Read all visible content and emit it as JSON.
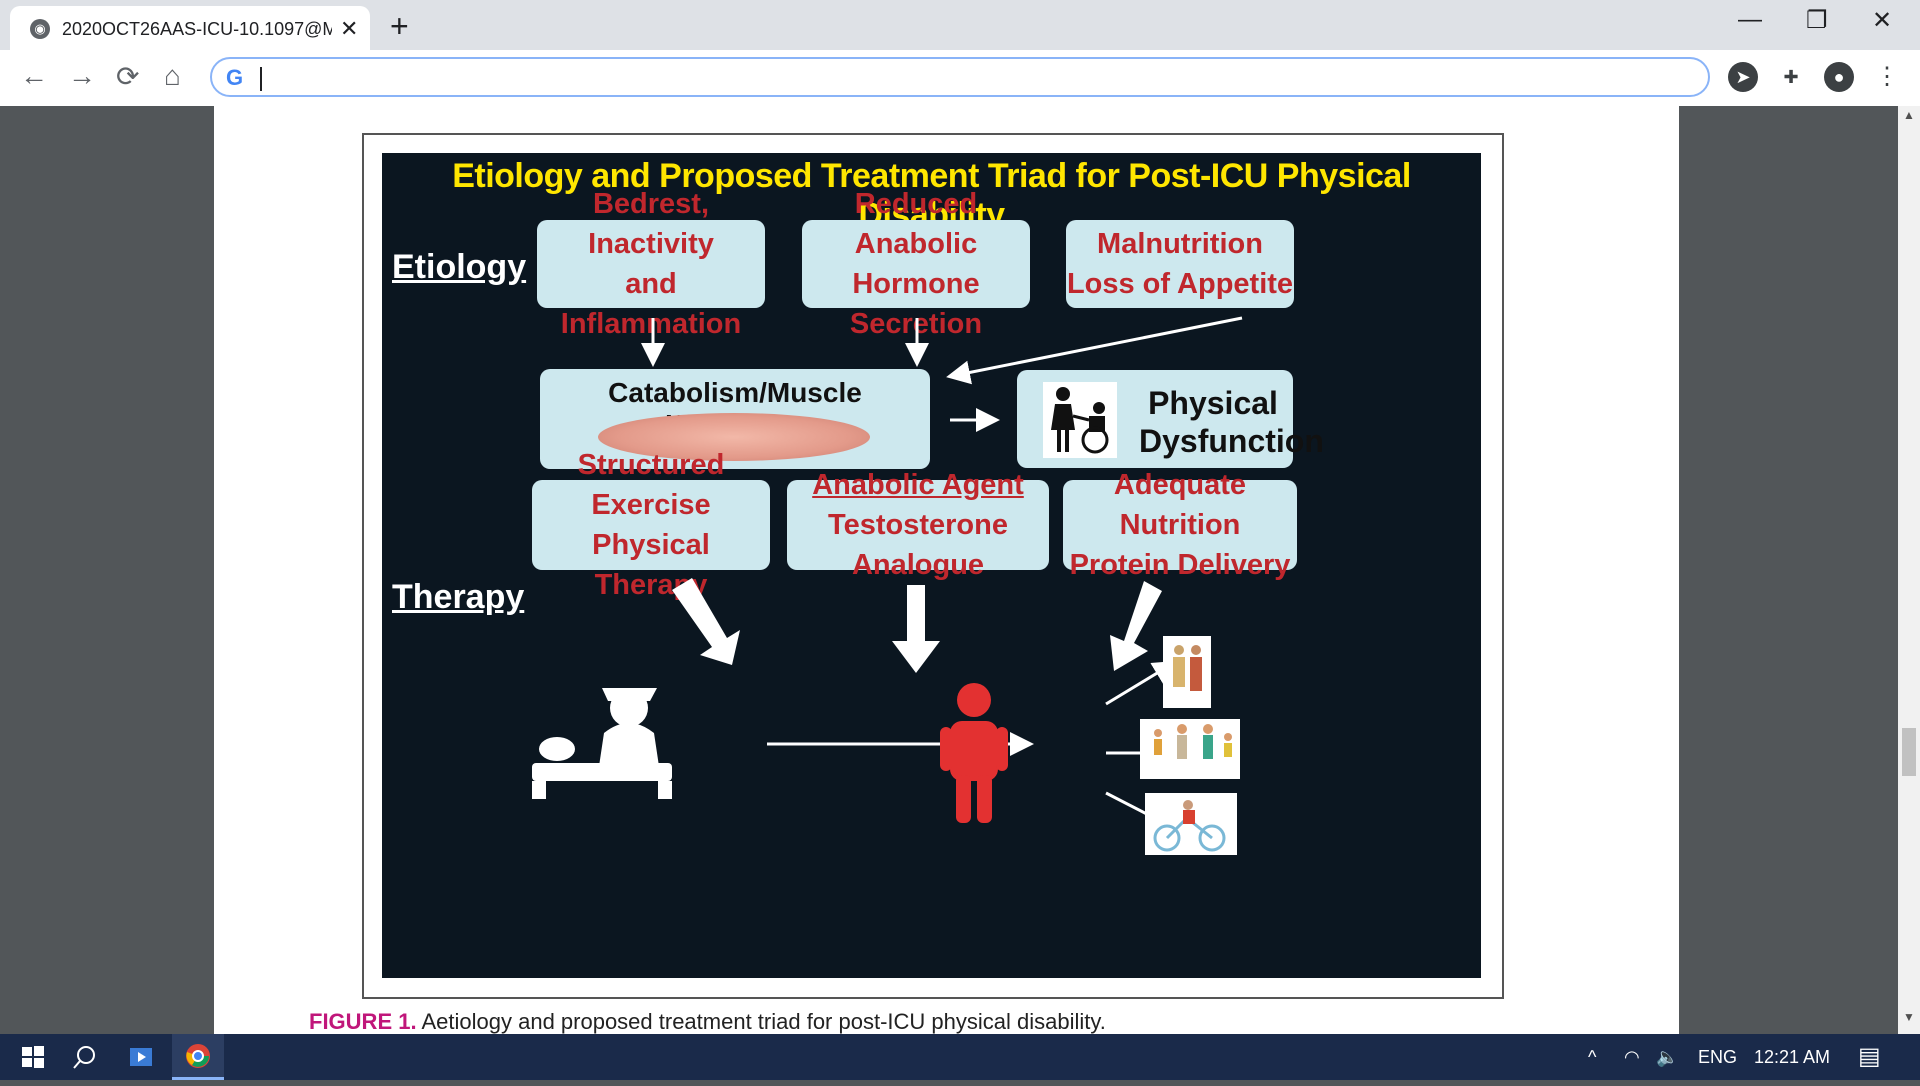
{
  "browser": {
    "tab_title": "2020OCT26AAS-ICU-10.1097@M",
    "tab_close": "✕",
    "new_tab": "+",
    "minimize": "—",
    "restore": "❐",
    "close": "✕",
    "back": "←",
    "forward": "→",
    "reload": "⟳",
    "home": "⌂",
    "omnibox_value": "",
    "omnibox_icon": "G"
  },
  "figure": {
    "title": "Etiology and Proposed Treatment Triad for Post-ICU Physical Disability",
    "etiology_label": "Etiology",
    "therapy_label": "Therapy",
    "etiology_boxes": [
      {
        "line1": "Bedrest, Inactivity",
        "line2": "and Inflammation"
      },
      {
        "line1": "Reduced Anabolic",
        "line2": "Hormone Secretion"
      },
      {
        "line1": "Malnutrition",
        "line2": "Loss of Appetite"
      }
    ],
    "catabolism_label": "Catabolism/Muscle Weakness",
    "physical_line1": "Physical",
    "physical_line2": "Dysfunction",
    "therapy_boxes": [
      {
        "line1": "Structured Exercise",
        "line2": "Physical Therapy"
      },
      {
        "line1": "Anabolic Agent",
        "line2": "Testosterone Analogue"
      },
      {
        "line1": "Adequate Nutrition",
        "line2": "Protein Delivery"
      }
    ]
  },
  "caption": {
    "label": "FIGURE 1.",
    "text": " Aetiology and proposed treatment triad for post-ICU physical disability."
  },
  "taskbar": {
    "language": "ENG",
    "time": "12:21 AM"
  },
  "colors": {
    "figure_bg": "#0b1620",
    "title_yellow": "#ffe600",
    "box_bg": "#cde8ee",
    "box_text_red": "#c0272d",
    "person_red": "#e33131",
    "caption_magenta": "#c0167a"
  }
}
